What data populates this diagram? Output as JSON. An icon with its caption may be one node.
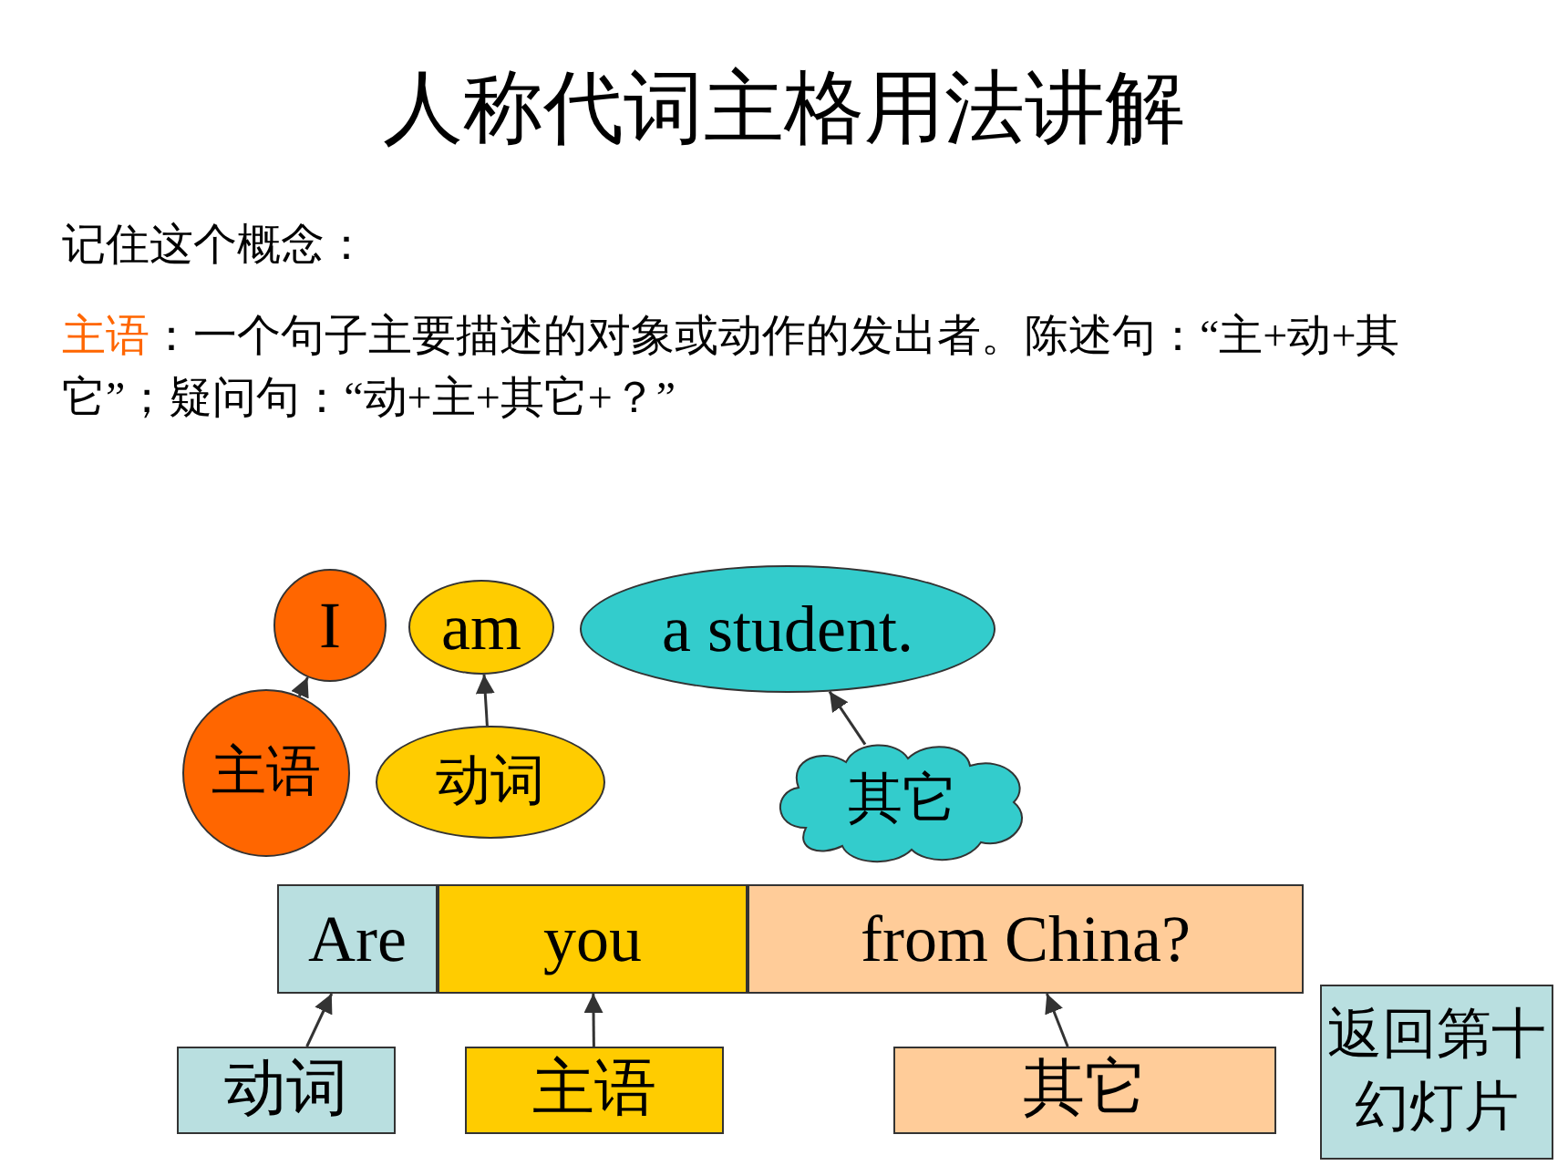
{
  "diagram": {
    "title": "人称代词主格用法讲解",
    "nodes": [
      {
        "text": [
          "I"
        ]
      },
      {
        "text": [
          "am"
        ]
      },
      {
        "text": [
          "a student."
        ]
      },
      {
        "text": [
          "主语"
        ]
      },
      {
        "text": [
          "动词"
        ]
      },
      {
        "text": [
          "其它"
        ]
      },
      {
        "text": [
          "Are"
        ]
      },
      {
        "text": [
          "you"
        ]
      },
      {
        "text": [
          "from China?"
        ]
      },
      {
        "text": [
          "动词"
        ]
      },
      {
        "text": [
          "主语"
        ]
      },
      {
        "text": [
          "其它"
        ]
      },
      {
        "text": [
          "返回第十幻灯片"
        ]
      }
    ],
    "edges": [
      {
        "from": 3,
        "to": 0,
        "arrow": "to"
      },
      {
        "from": 4,
        "to": 1,
        "arrow": "to"
      },
      {
        "from": 5,
        "to": 2,
        "arrow": "to"
      },
      {
        "from": 9,
        "to": 6,
        "arrow": "to"
      },
      {
        "from": 10,
        "to": 7,
        "arrow": "to"
      },
      {
        "from": 11,
        "to": 8,
        "arrow": "to"
      }
    ],
    "labels": [
      "记住这个概念：",
      "主语",
      "：一个句子主要描述的对象或动作的发出者。陈述句：“主+动+其它”；疑问句：“动+主+其它+？”"
    ]
  }
}
